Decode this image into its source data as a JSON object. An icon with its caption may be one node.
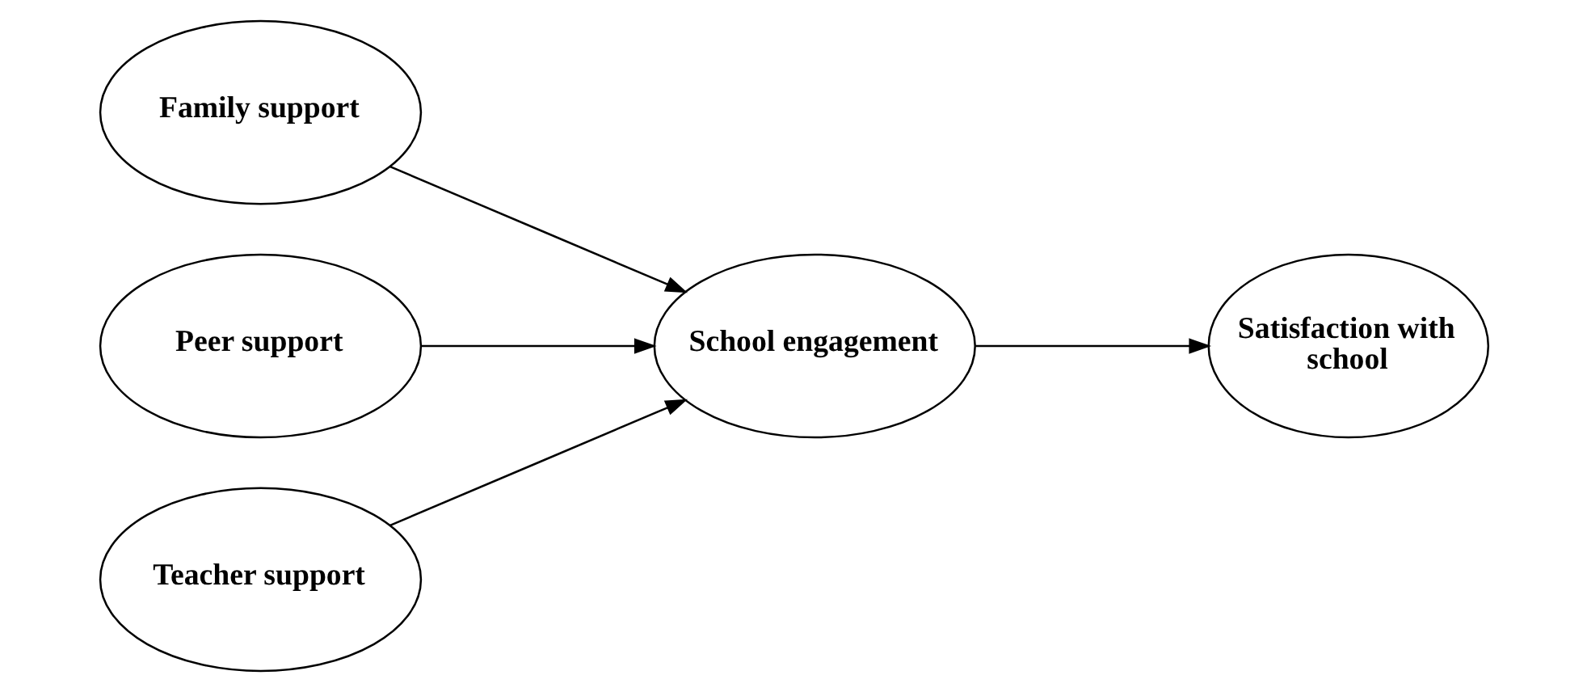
{
  "diagram": {
    "nodes": [
      {
        "text": [
          "Family support"
        ]
      },
      {
        "text": [
          "Peer support"
        ]
      },
      {
        "text": [
          "Teacher support"
        ]
      },
      {
        "text": [
          "School engagement"
        ]
      },
      {
        "text": [
          "Satisfaction with school"
        ]
      }
    ],
    "edges": [
      {
        "from": 0,
        "to": 3,
        "arrow": "to"
      },
      {
        "from": 1,
        "to": 3,
        "arrow": "to"
      },
      {
        "from": 2,
        "to": 3,
        "arrow": "to"
      },
      {
        "from": 3,
        "to": 4,
        "arrow": "to"
      }
    ]
  }
}
